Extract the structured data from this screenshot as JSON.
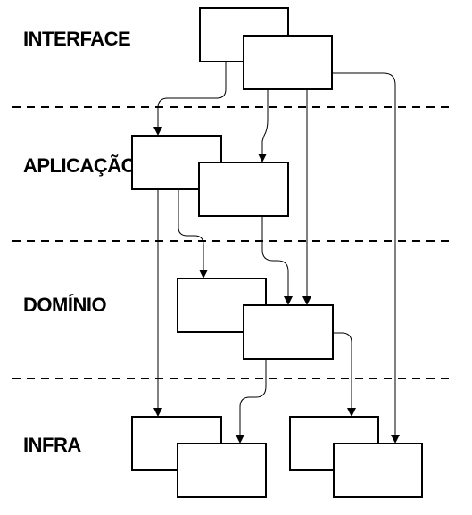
{
  "layers": [
    {
      "id": "interface",
      "label": "INTERFACE"
    },
    {
      "id": "aplicacao",
      "label": "APLICAÇÃO"
    },
    {
      "id": "dominio",
      "label": "DOMÍNIO"
    },
    {
      "id": "infra",
      "label": "INFRA"
    }
  ],
  "colors": {
    "ink": "#000000",
    "background": "#ffffff"
  }
}
